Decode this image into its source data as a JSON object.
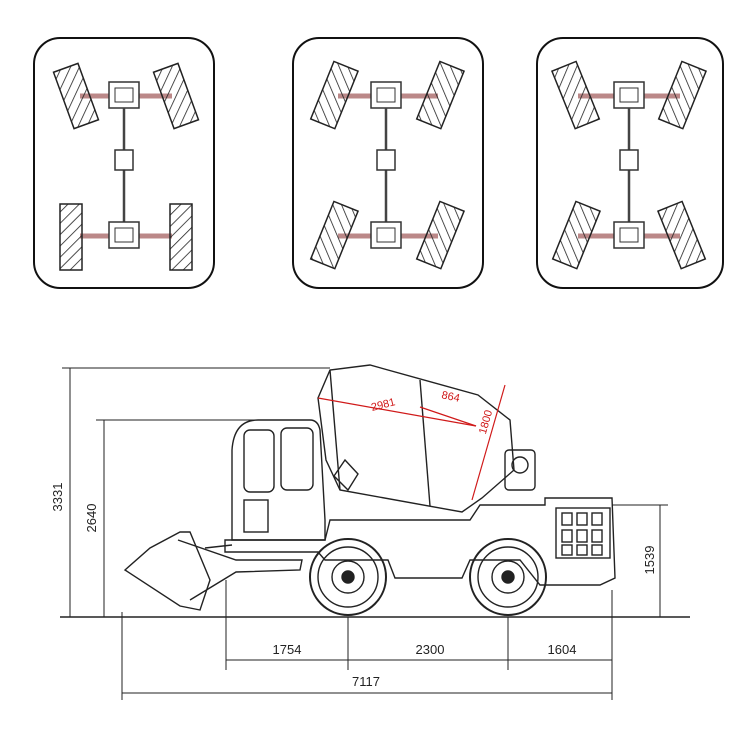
{
  "steering_modes": [
    {
      "id": "front-steer",
      "front_axle": "steer",
      "rear_axle": "straight"
    },
    {
      "id": "crab-steer",
      "front_axle": "steer",
      "rear_axle": "steer-same"
    },
    {
      "id": "four-wheel-steer",
      "front_axle": "steer",
      "rear_axle": "steer-opposite"
    }
  ],
  "dimensions": {
    "overall_height": "3331",
    "cab_height": "2640",
    "rear_height": "1539",
    "front_overhang": "1754",
    "wheelbase": "2300",
    "rear_overhang": "1604",
    "overall_length": "7117"
  },
  "drum_dimensions": {
    "drum_length": "2981",
    "drum_cone": "864",
    "drum_diameter": "1800"
  },
  "colors": {
    "line": "#222222",
    "dimension_red": "#d01a1a",
    "panel_border": "#111111"
  }
}
